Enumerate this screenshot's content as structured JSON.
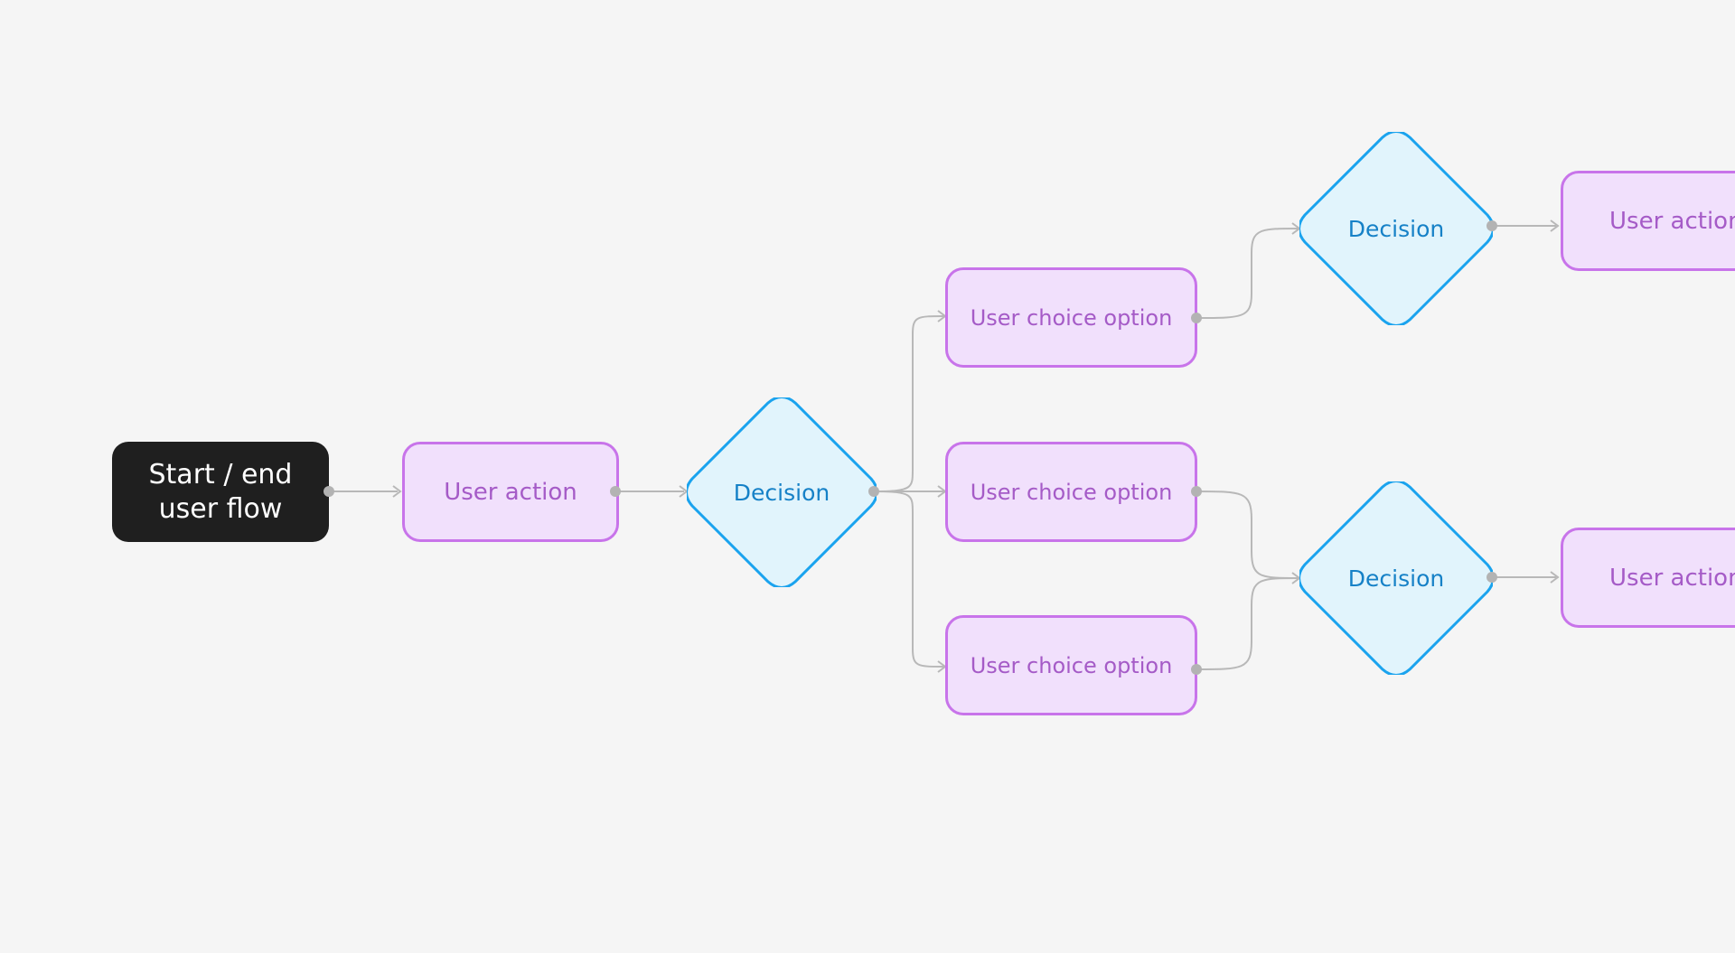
{
  "flow": {
    "start_label": "Start / end\nuser flow",
    "action_label": "User action",
    "decision_label": "Decision",
    "choice_label": "User choice option"
  },
  "colors": {
    "background": "#f5f5f5",
    "start_fill": "#1f1f1f",
    "start_text": "#ffffff",
    "action_fill": "#f1e0fc",
    "action_border": "#c874ea",
    "action_text": "#a55bc7",
    "decision_fill": "#e1f4fc",
    "decision_border": "#1aa3ee",
    "decision_text": "#1681c7",
    "connector": "#b8b8b8",
    "port": "#b3b3b3"
  }
}
